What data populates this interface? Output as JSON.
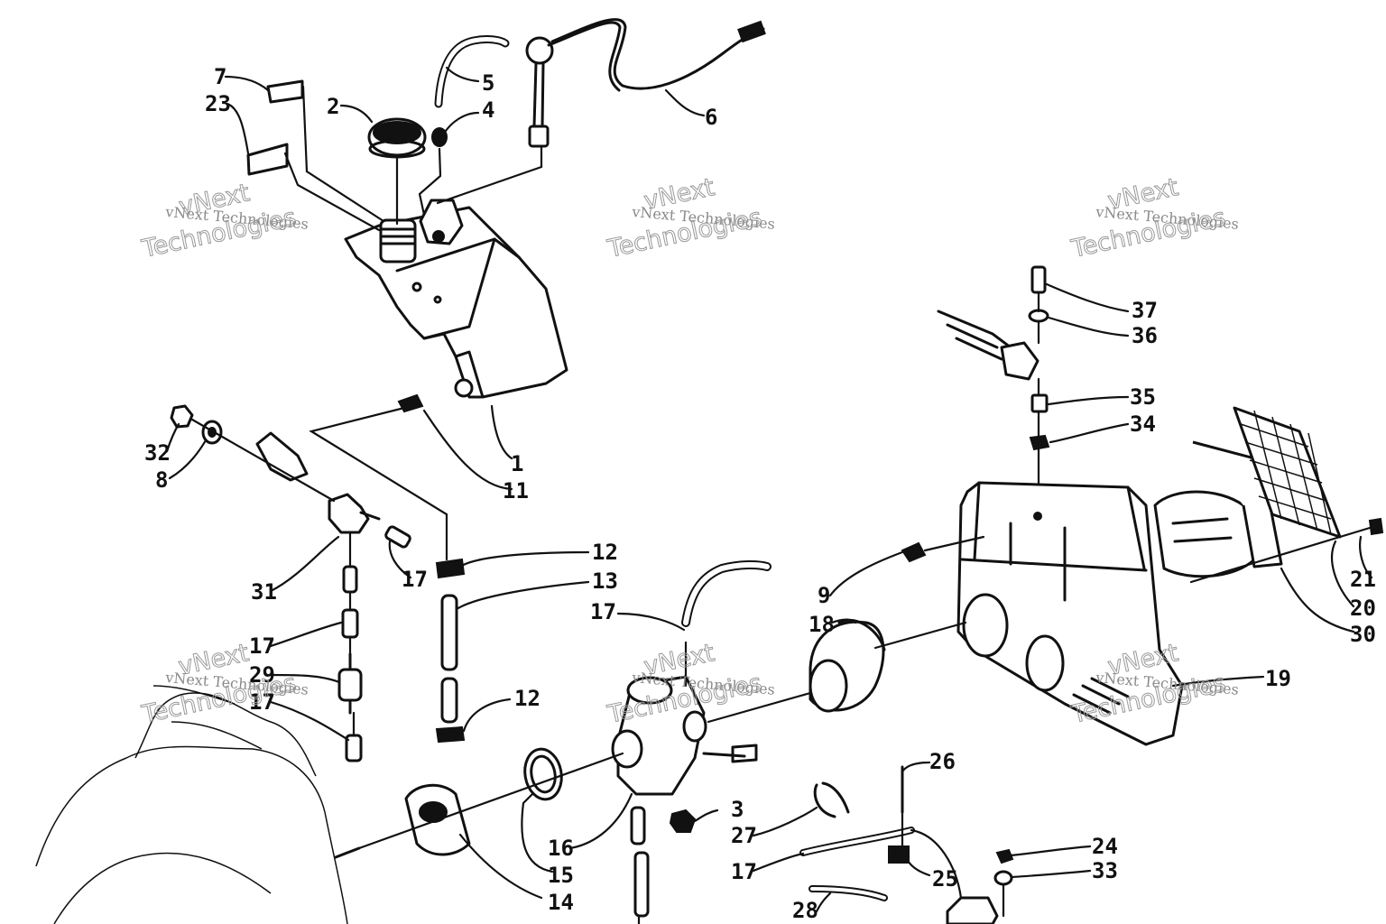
{
  "callouts": {
    "c1": "1",
    "c2": "2",
    "c3": "3",
    "c4": "4",
    "c5": "5",
    "c6": "6",
    "c7": "7",
    "c8": "8",
    "c9": "9",
    "c11": "11",
    "c12a": "12",
    "c12b": "12",
    "c13": "13",
    "c14": "14",
    "c15": "15",
    "c16": "16",
    "c17a": "17",
    "c17b": "17",
    "c17c": "17",
    "c17d": "17",
    "c17e": "17",
    "c18": "18",
    "c19": "19",
    "c20": "20",
    "c21": "21",
    "c23": "23",
    "c24": "24",
    "c25": "25",
    "c26": "26",
    "c27": "27",
    "c28": "28",
    "c29": "29",
    "c30": "30",
    "c31": "31",
    "c32": "32",
    "c33": "33",
    "c34": "34",
    "c35": "35",
    "c36": "36",
    "c37": "37"
  },
  "watermark": {
    "small_text": "vNext Technologies",
    "large_line1": "vNext",
    "large_line2": "Technologies"
  }
}
